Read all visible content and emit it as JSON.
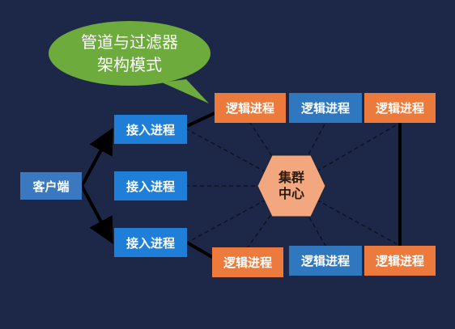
{
  "bubble": {
    "line1": "管道与过滤器",
    "line2": "架构模式"
  },
  "client": {
    "label": "客户端"
  },
  "access_nodes": [
    {
      "label": "接入进程"
    },
    {
      "label": "接入进程"
    },
    {
      "label": "接入进程"
    }
  ],
  "logic_nodes": [
    {
      "label": "逻辑进程"
    },
    {
      "label": "逻辑进程"
    },
    {
      "label": "逻辑进程"
    },
    {
      "label": "逻辑进程"
    },
    {
      "label": "逻辑进程"
    },
    {
      "label": "逻辑进程"
    }
  ],
  "hub": {
    "line1": "集群",
    "line2": "中心"
  },
  "colors": {
    "background": "#1d2747",
    "access_blue": "#1f7fd8",
    "logic_orange": "#ec7a3c",
    "logic_steel": "#2f77bf",
    "hub_fill": "#f2a77e",
    "bubble_green": "#6cab3c"
  }
}
